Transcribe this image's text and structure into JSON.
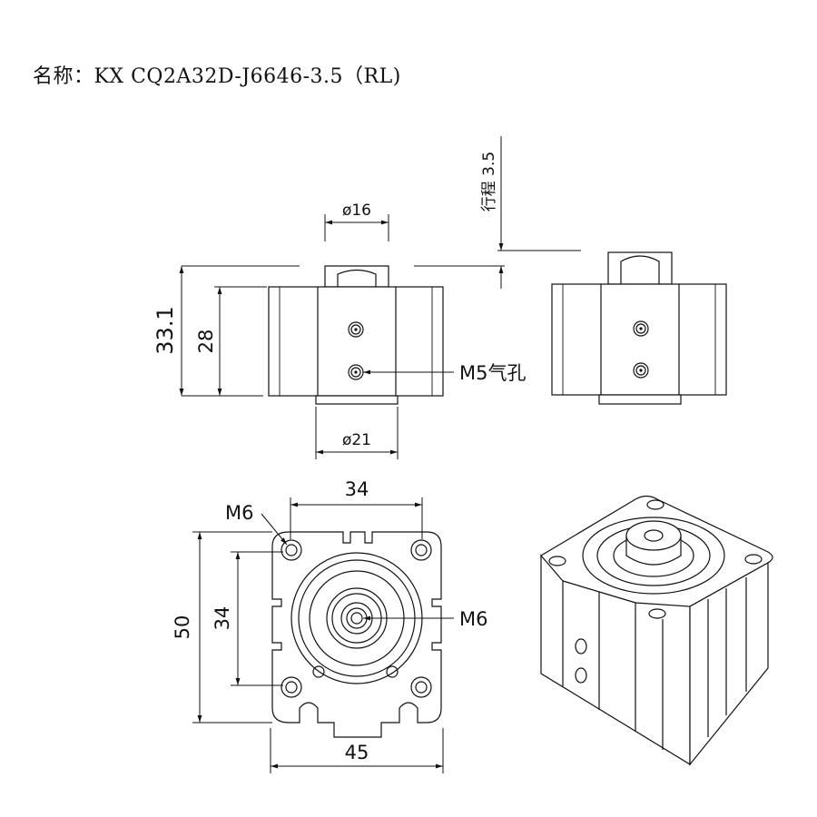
{
  "title": "名称：KX CQ2A32D-J6646-3.5（RL)",
  "dims": {
    "rod_dia": "ø16",
    "stroke_label": "行程 3.5",
    "total_height": "33.1",
    "body_height": "28",
    "port_label": "M5气孔",
    "boss_dia": "ø21",
    "mount_pitch_h": "34",
    "mount_hole_label": "M6",
    "outer_height": "50",
    "mount_pitch_v": "34",
    "rod_thread_label": "M6",
    "outer_width": "45"
  }
}
